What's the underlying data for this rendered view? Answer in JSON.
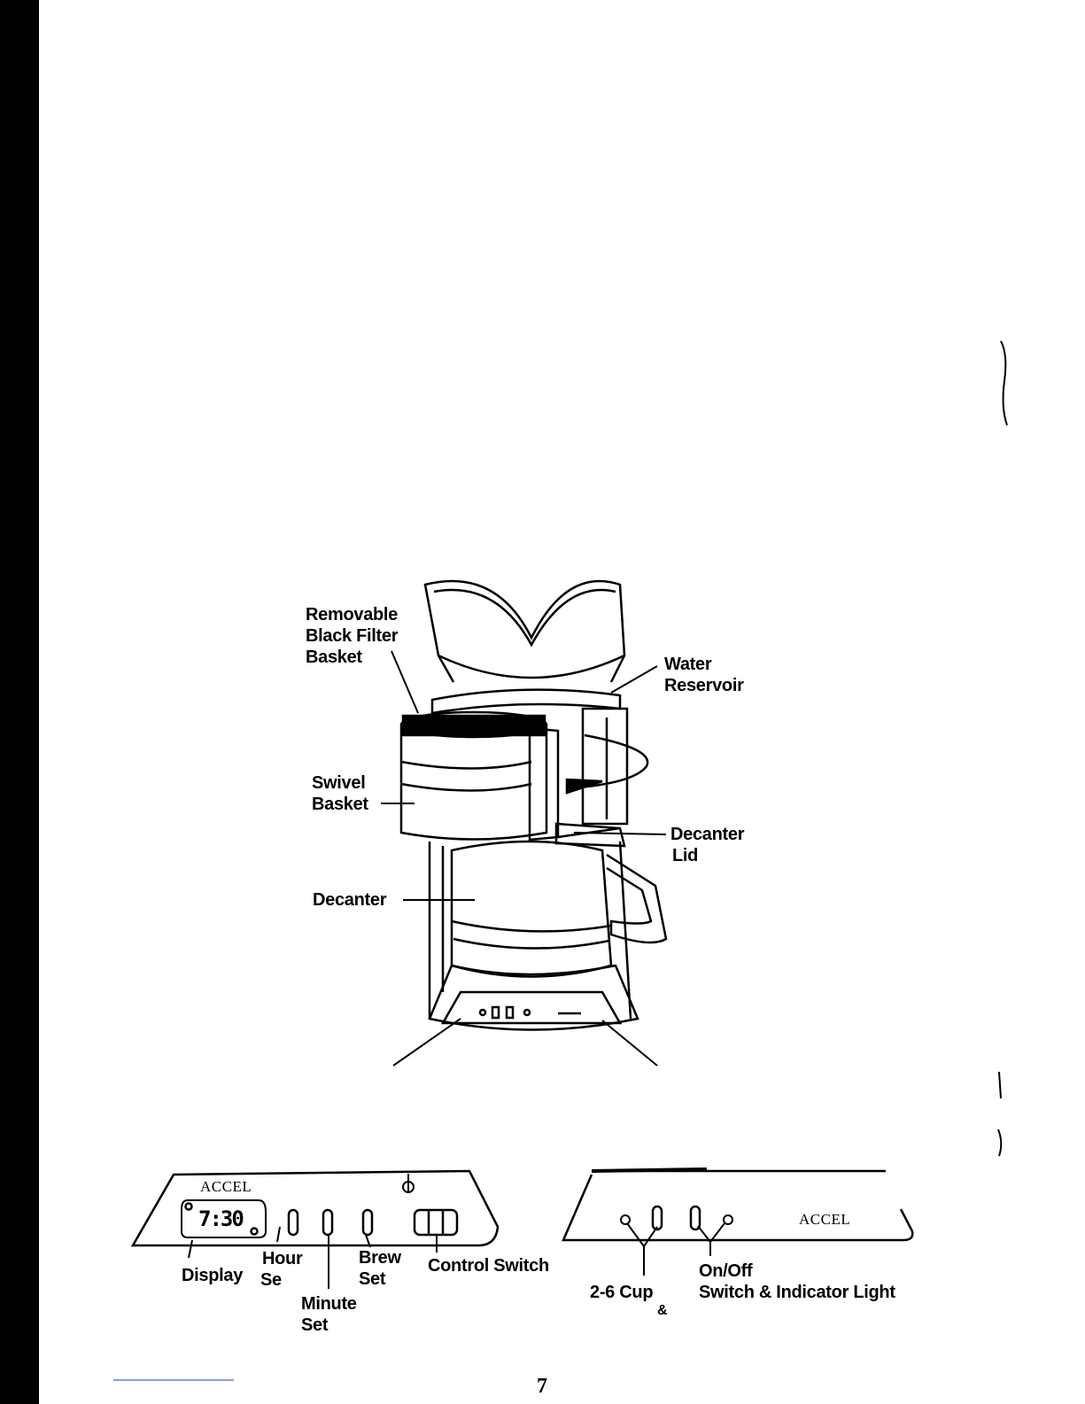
{
  "labels": {
    "filter_basket": [
      "Removable",
      "Black Filter",
      "Basket"
    ],
    "water_reservoir": [
      "Water",
      "Reservoir"
    ],
    "swivel_basket": [
      "Swivel",
      "Basket"
    ],
    "decanter_lid": [
      "Decanter",
      "Lid"
    ],
    "decanter": "Decanter"
  },
  "left_panel": {
    "brand": "ACCEL",
    "clock": "7:30",
    "display": "Display",
    "hour_set": [
      "Hour",
      "Se"
    ],
    "minute_set": [
      "Minute",
      "Set"
    ],
    "brew_set": [
      "Brew",
      "Set"
    ],
    "control_switch": "Control Switch"
  },
  "right_panel": {
    "brand": "ACCEL",
    "cup_switch": [
      "2-6 Cup",
      "&"
    ],
    "on_off": [
      "On/Off",
      "Switch & Indicator Light"
    ]
  },
  "page_number": "7"
}
